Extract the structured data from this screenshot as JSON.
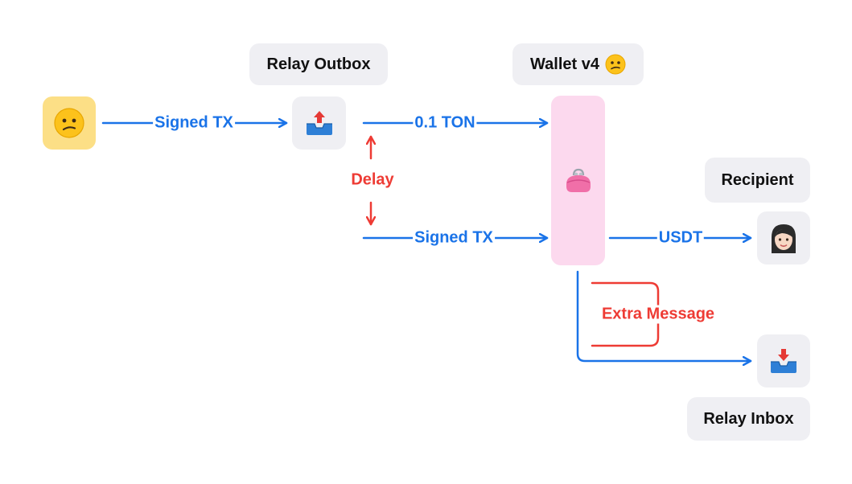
{
  "titles": {
    "relay_outbox": "Relay Outbox",
    "wallet": "Wallet v4",
    "recipient": "Recipient",
    "relay_inbox": "Relay Inbox"
  },
  "edges": {
    "sender_to_outbox": "Signed TX",
    "outbox_to_wallet": "0.1 TON",
    "delay": "Delay",
    "relay_to_wallet": "Signed TX",
    "wallet_to_recipient": "USDT",
    "extra_message": "Extra Message"
  },
  "colors": {
    "flow": "#1a73e8",
    "warning": "#ee3b34",
    "node_bg": "#efeff3",
    "sender_bg": "#fcdf86",
    "wallet_bg": "#fcd9ee"
  },
  "icons": {
    "sender": "confused-face-icon",
    "outbox": "outbox-tray-icon",
    "wallet": "purse-icon",
    "recipient": "woman-face-icon",
    "inbox": "inbox-tray-icon"
  }
}
